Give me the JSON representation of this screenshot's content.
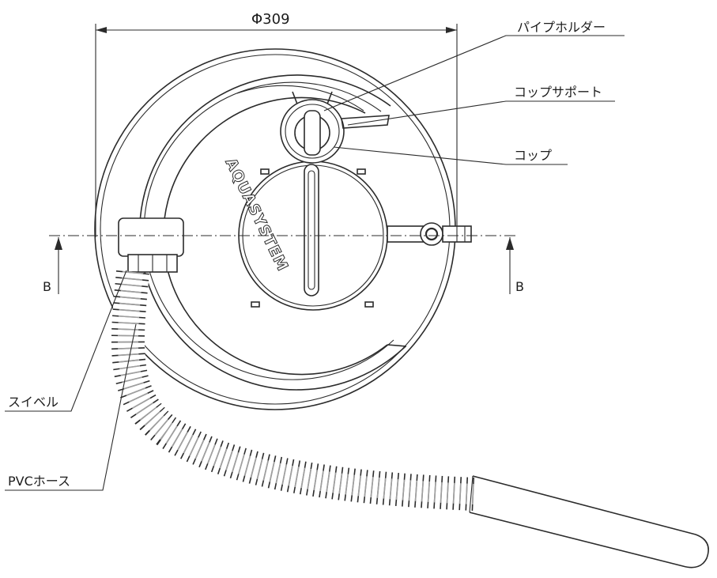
{
  "diagram": {
    "dimension_label": "Φ309",
    "brand_logo": "AQUASYSTEM",
    "section_marker": "B",
    "callouts": {
      "pipe_holder": "パイプホルダー",
      "cup_support": "コップサポート",
      "cup": "コップ",
      "swivel": "スイベル",
      "pvc_hose": "PVCホース"
    }
  }
}
